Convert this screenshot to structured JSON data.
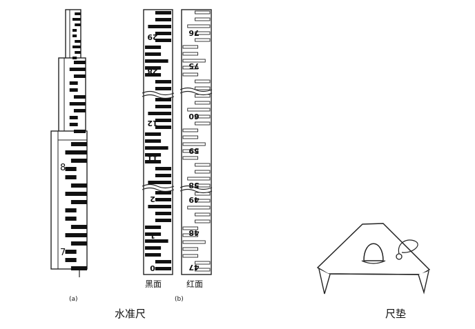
{
  "diagram": {
    "ruler_a": {
      "marks": [
        "8",
        "7"
      ]
    },
    "ruler_b_black": {
      "marks": [
        "29",
        "28",
        "12",
        "11",
        "2",
        "1",
        "0"
      ]
    },
    "ruler_b_red": {
      "marks": [
        "76",
        "75",
        "60",
        "59",
        "58",
        "49",
        "48",
        "47"
      ]
    },
    "label_black_face": "黑面",
    "label_red_face": "红面",
    "label_a": "(a)",
    "label_b": "(b)",
    "caption_level_rod": "水准尺",
    "caption_rod_pad": "尺垫"
  }
}
